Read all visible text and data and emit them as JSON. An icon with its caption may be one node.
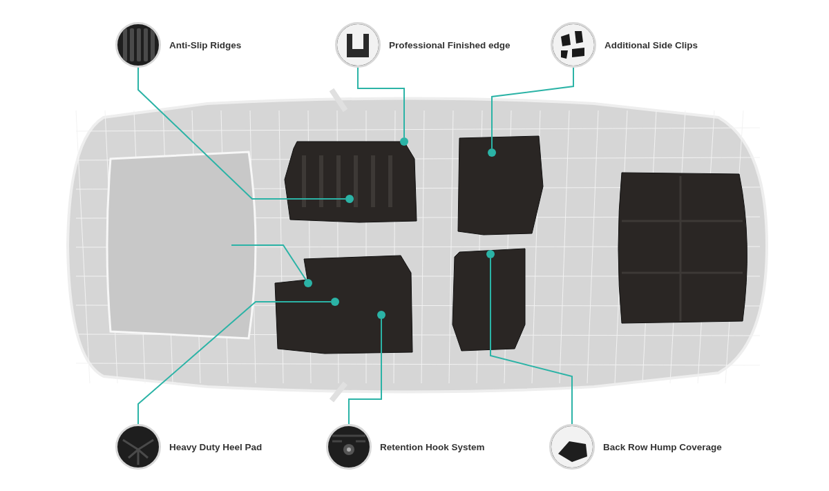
{
  "diagram": {
    "nodes": [
      {
        "text": [],
        "shape": "picture",
        "beside": [
          "Anti-Slip Ridges"
        ]
      },
      {
        "text": [],
        "shape": "picture",
        "beside": [
          "Professional Finished edge"
        ]
      },
      {
        "text": [],
        "shape": "picture",
        "beside": [
          "Additional Side Clips"
        ]
      },
      {
        "text": [],
        "shape": "picture",
        "beside": [
          "Heavy Duty Heel Pad"
        ]
      },
      {
        "text": [],
        "shape": "picture",
        "beside": [
          "Retention Hook System"
        ]
      },
      {
        "text": [],
        "shape": "picture",
        "beside": [
          "Back Row Hump Coverage"
        ]
      },
      {
        "text": [],
        "shape": "circle"
      },
      {
        "text": [],
        "shape": "circle"
      },
      {
        "text": [],
        "shape": "circle"
      },
      {
        "text": [],
        "shape": "circle"
      },
      {
        "text": [],
        "shape": "circle"
      },
      {
        "text": [],
        "shape": "circle"
      },
      {
        "text": [],
        "shape": "circle"
      }
    ],
    "edges": [
      {
        "from": 0,
        "to": 6,
        "arrow": "none"
      },
      {
        "from": 1,
        "to": 7,
        "arrow": "none"
      },
      {
        "from": 2,
        "to": 8,
        "arrow": "none"
      },
      {
        "from": null,
        "to": 9,
        "arrow": "none"
      },
      {
        "from": 3,
        "to": 10,
        "arrow": "none"
      },
      {
        "from": 4,
        "to": 11,
        "arrow": "none"
      },
      {
        "from": 5,
        "to": 12,
        "arrow": "none"
      }
    ]
  }
}
